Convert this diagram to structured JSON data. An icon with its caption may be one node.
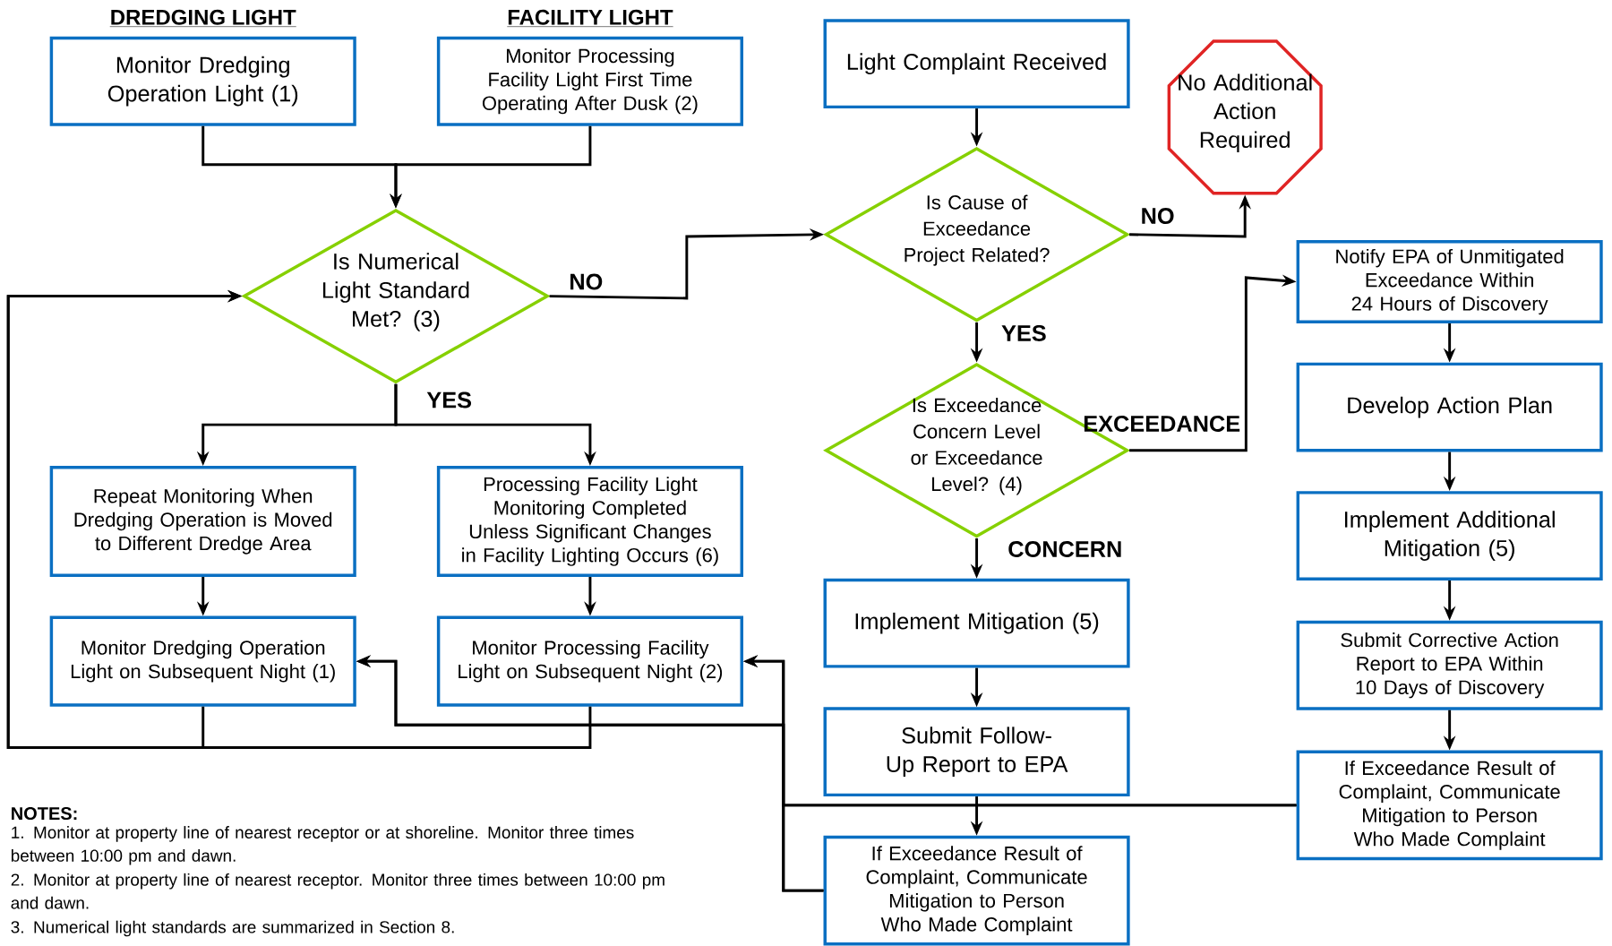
{
  "diagram": {
    "nodes": [
      {
        "text": [
          "DREDGING LIGHT",
          "Monitor Dredging Operation Light (1)"
        ]
      },
      {
        "text": [
          "FACILITY LIGHT",
          "Monitor Processing Facility Light First Time Operating After Dusk (2)"
        ]
      },
      {
        "text": [
          "Light Complaint Received"
        ]
      },
      {
        "text": [
          "No Additional Action Required"
        ]
      },
      {
        "text": [
          "Is Numerical Light Standard Met? (3)"
        ]
      },
      {
        "text": [
          "Is Cause of Exceedance Project Related?"
        ]
      },
      {
        "text": [
          "Notify EPA of Unmitigated Exceedance Within 24 Hours of Discovery"
        ]
      },
      {
        "text": [
          "Is Exceedance Concern Level or Exceedance Level? (4)"
        ]
      },
      {
        "text": [
          "Develop Action Plan"
        ]
      },
      {
        "text": [
          "Repeat Monitoring When Dredging Operation is Moved to Different Dredge Area"
        ]
      },
      {
        "text": [
          "Processing Facility Light Monitoring Completed Unless Significant Changes in Facility Lighting Occurs (6)"
        ]
      },
      {
        "text": [
          "Implement Additional Mitigation (5)"
        ]
      },
      {
        "text": [
          "Implement Mitigation (5)"
        ]
      },
      {
        "text": [
          "Monitor Dredging Operation Light on Subsequent Night (1)"
        ]
      },
      {
        "text": [
          "Monitor Processing Facility Light on Subsequent Night (2)"
        ]
      },
      {
        "text": [
          "Submit Corrective Action Report to EPA Within 10 Days of Discovery"
        ]
      },
      {
        "text": [
          "Submit Follow-Up Report to EPA"
        ]
      },
      {
        "text": [
          "If Exceedance Result of Complaint, Communicate Mitigation to Person Who Made Complaint"
        ]
      },
      {
        "text": [
          "If Exceedance Result of Complaint, Communicate Mitigation to Person Who Made Complaint"
        ]
      }
    ],
    "edges": [
      {
        "from": 0,
        "to": 4,
        "arrow": "to"
      },
      {
        "from": 1,
        "to": 4,
        "arrow": "to"
      },
      {
        "from": 2,
        "to": 5,
        "arrow": "to"
      },
      {
        "from": 4,
        "to": 5,
        "arrow": "to",
        "label": "NO"
      },
      {
        "from": 5,
        "to": 3,
        "arrow": "to",
        "label": "NO"
      },
      {
        "from": 5,
        "to": 7,
        "arrow": "to",
        "label": "YES"
      },
      {
        "from": 7,
        "to": 6,
        "arrow": "to",
        "label": "EXCEEDANCE"
      },
      {
        "from": 7,
        "to": 12,
        "arrow": "to",
        "label": "CONCERN"
      },
      {
        "from": 6,
        "to": 8,
        "arrow": "to"
      },
      {
        "from": 8,
        "to": 11,
        "arrow": "to"
      },
      {
        "from": 11,
        "to": 15,
        "arrow": "to"
      },
      {
        "from": 15,
        "to": 17,
        "arrow": "to"
      },
      {
        "from": 4,
        "to": 9,
        "arrow": "to",
        "label": "YES"
      },
      {
        "from": 4,
        "to": 10,
        "arrow": "to"
      },
      {
        "from": 9,
        "to": 13,
        "arrow": "to"
      },
      {
        "from": 10,
        "to": 14,
        "arrow": "to"
      },
      {
        "from": 12,
        "to": 16,
        "arrow": "to"
      },
      {
        "from": 16,
        "to": 18,
        "arrow": "to"
      },
      {
        "from": 13,
        "to": 4,
        "arrow": "to"
      },
      {
        "from": 14,
        "to": 4,
        "arrow": "to"
      },
      {
        "from": 18,
        "to": 14,
        "arrow": "to"
      },
      {
        "from": 18,
        "to": 13,
        "arrow": "to"
      },
      {
        "from": 17,
        "to": 14,
        "arrow": "to"
      },
      {
        "from": 17,
        "to": 13,
        "arrow": "to"
      }
    ],
    "labels": [
      "NOTES:",
      "1. Monitor at property line of nearest receptor or at shoreline. Monitor three times between 10:00 pm and dawn.",
      "2. Monitor at property line of nearest receptor. Monitor three times between 10:00 pm and dawn.",
      "3. Numerical light standards are summarized in Section 8."
    ]
  }
}
